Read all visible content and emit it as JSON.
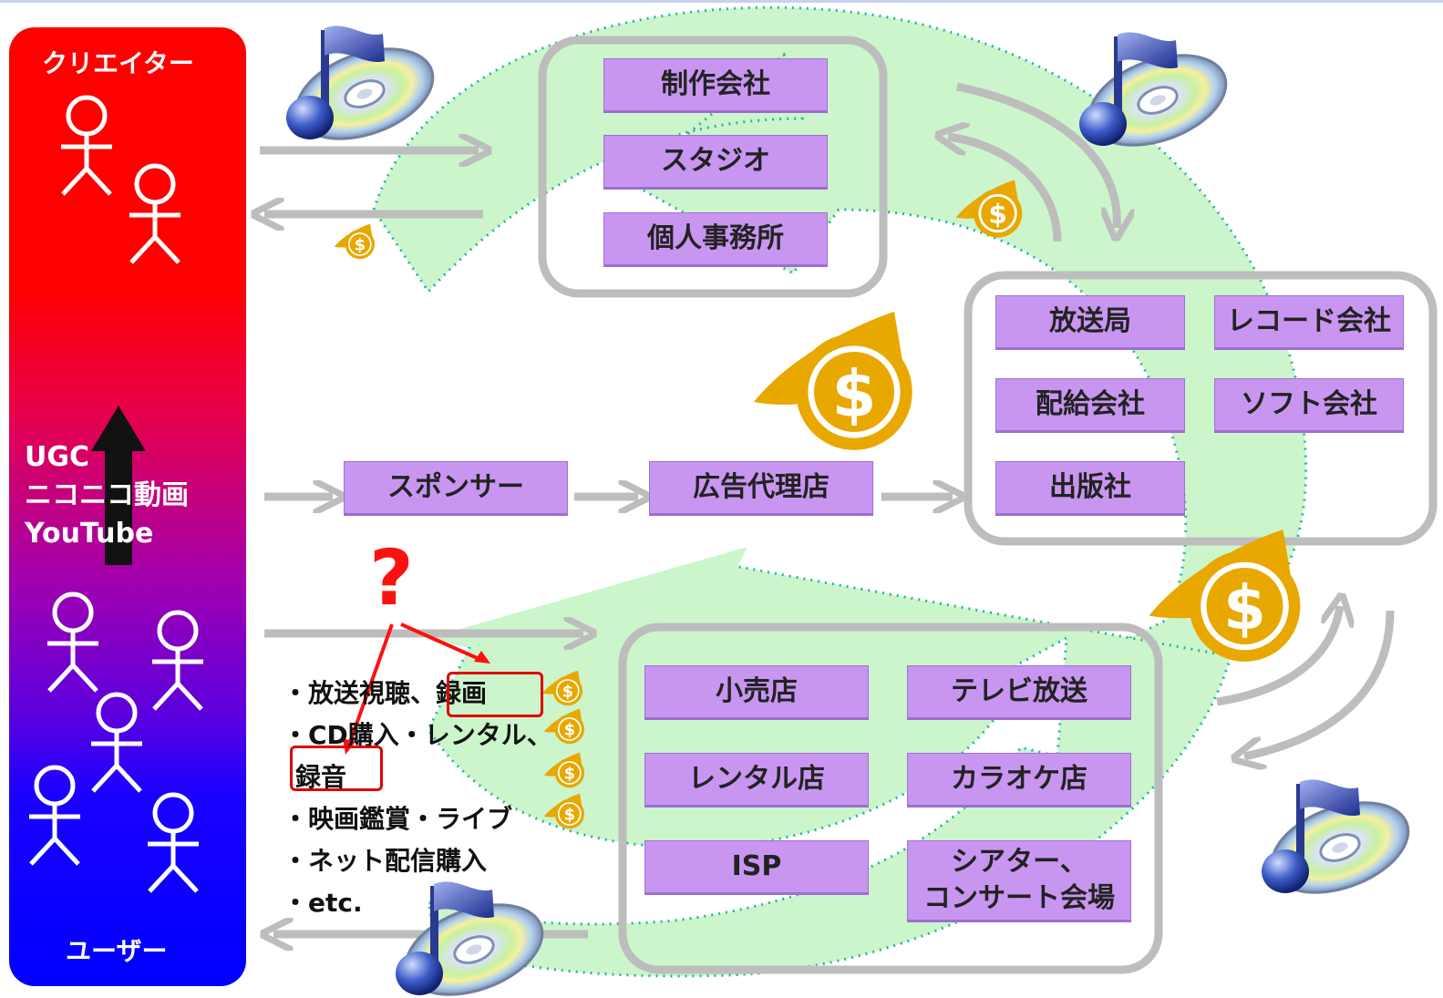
{
  "sidebar": {
    "top_label": "クリエイター",
    "bottom_label": "ユーザー",
    "middle_lines": [
      "UGC",
      "ニコニコ動画",
      "YouTube"
    ]
  },
  "production_group": [
    "制作会社",
    "スタジオ",
    "個人事務所"
  ],
  "industry_group": {
    "row1": [
      "放送局",
      "レコード会社"
    ],
    "row2": [
      "配給会社",
      "ソフト会社"
    ],
    "row3": [
      "出版社"
    ]
  },
  "ad_flow": [
    "スポンサー",
    "広告代理店"
  ],
  "retail_group": [
    "小売店",
    "テレビ放送",
    "レンタル店",
    "カラオケ店",
    "ISP",
    "シアター、",
    "コンサート会場"
  ],
  "question_mark": "?",
  "user_activities": [
    "・放送視聴、録画",
    "・CD購入・レンタル、",
    "録音",
    "・映画鑑賞・ライブ",
    "・ネット配信購入",
    "・etc."
  ],
  "colors": {
    "box_fill": "#c896f0",
    "group_border": "#bdbdbd",
    "cycle_fill": "#ccf5cc",
    "cycle_dots": "#27b5a0",
    "coin_gold": "#e8a800",
    "arrow_gray": "#bdbdbd",
    "highlight_red": "#e00000"
  },
  "icons": [
    "music-cd-icon",
    "money-coin-icon",
    "stick-figure-icon",
    "up-arrow-icon"
  ]
}
